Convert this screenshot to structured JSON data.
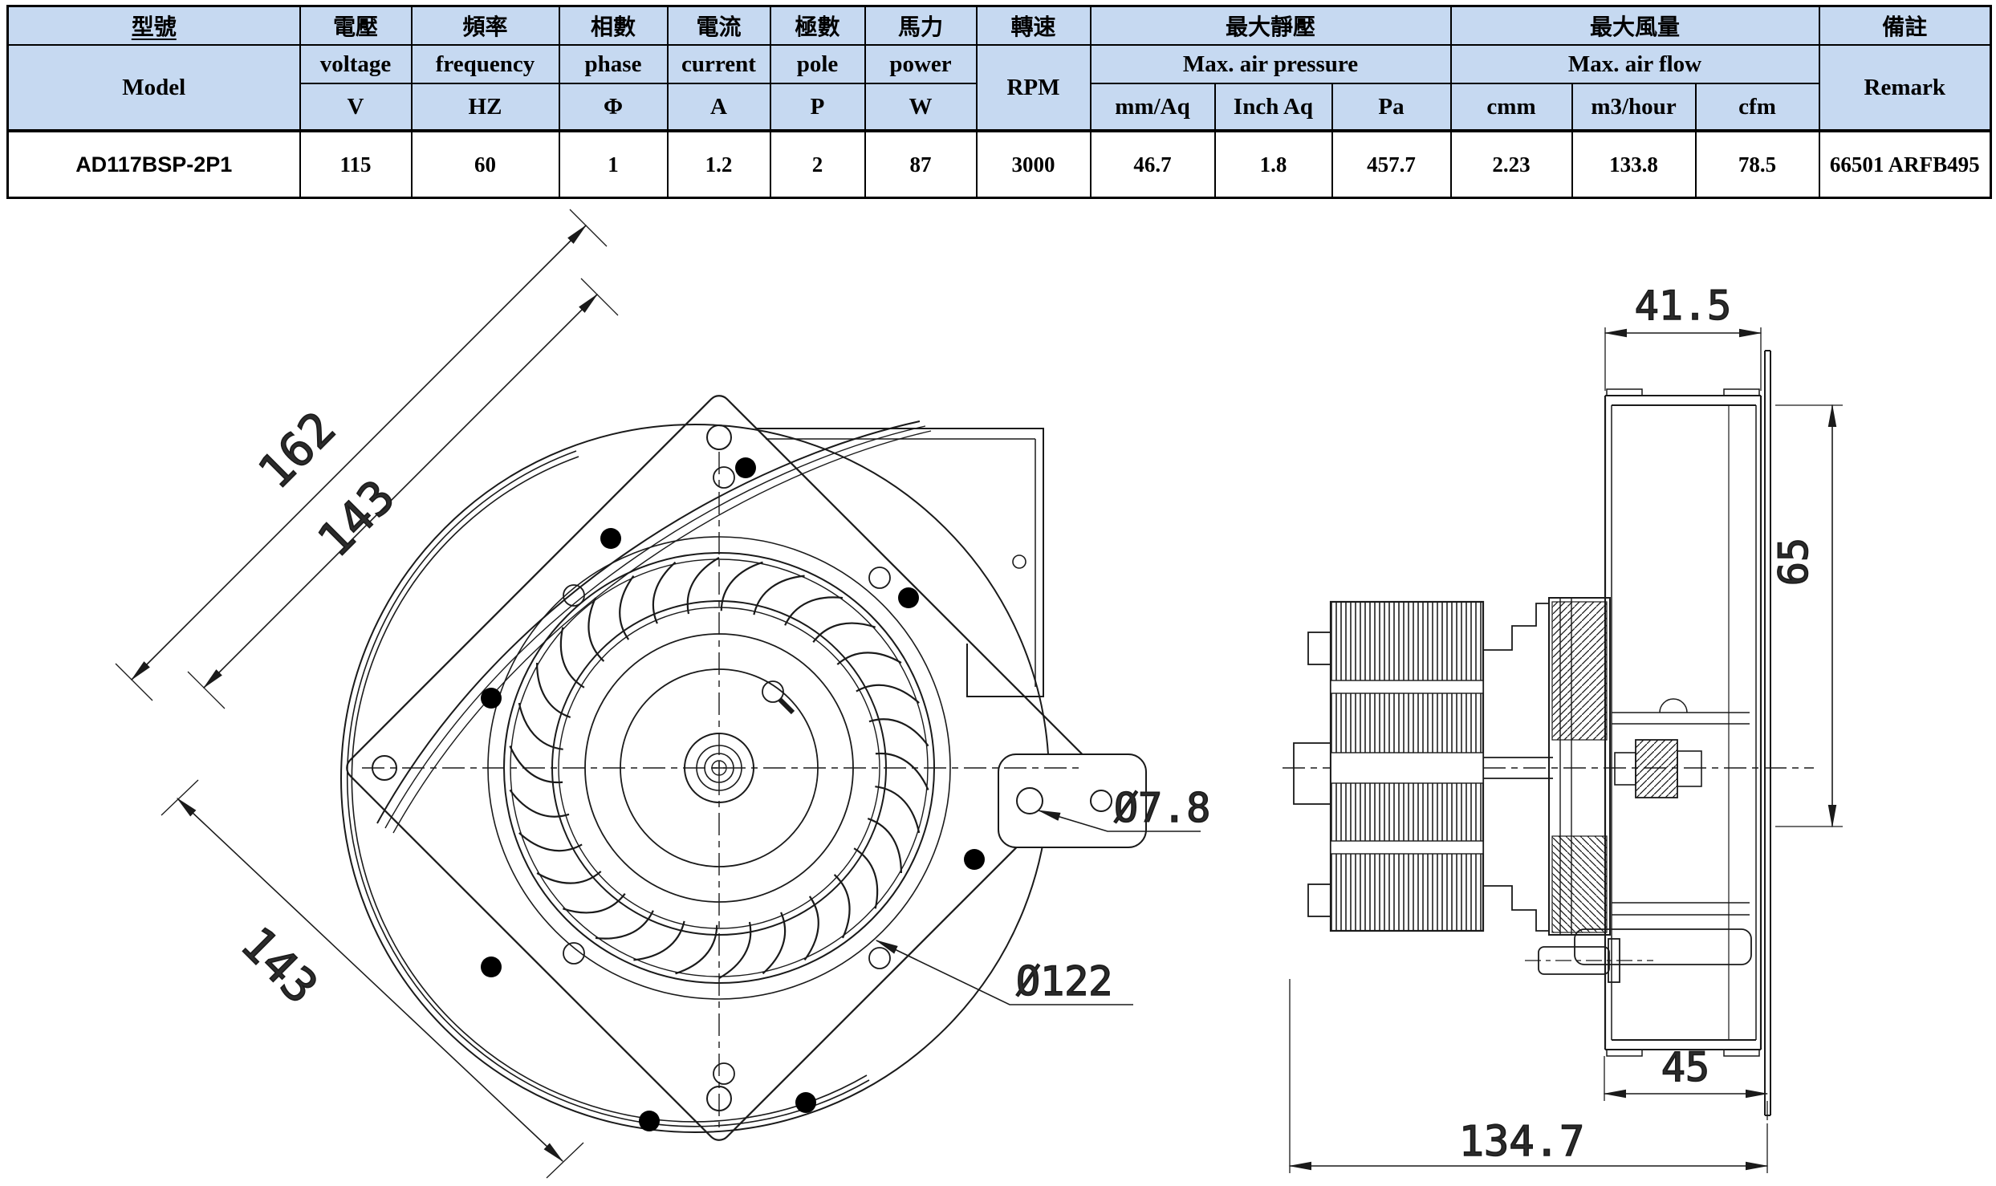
{
  "table": {
    "header": {
      "model_zh": "型號",
      "model_en": "Model",
      "cols": [
        {
          "zh": "電壓",
          "en": "voltage",
          "unit": "V"
        },
        {
          "zh": "頻率",
          "en": "frequency",
          "unit": "HZ"
        },
        {
          "zh": "相數",
          "en": "phase",
          "unit": "Φ"
        },
        {
          "zh": "電流",
          "en": "current",
          "unit": "A"
        },
        {
          "zh": "極數",
          "en": "pole",
          "unit": "P"
        },
        {
          "zh": "馬力",
          "en": "power",
          "unit": "W"
        }
      ],
      "rpm_zh": "轉速",
      "rpm_en": "RPM",
      "pressure_zh": "最大靜壓",
      "pressure_en": "Max. air pressure",
      "pressure_units": [
        "mm/Aq",
        "Inch Aq",
        "Pa"
      ],
      "flow_zh": "最大風量",
      "flow_en": "Max. air flow",
      "flow_units": [
        "cmm",
        "m3/hour",
        "cfm"
      ],
      "remark_zh": "備註",
      "remark_en": "Remark"
    },
    "row": {
      "model": "AD117BSP-2P1",
      "voltage": "115",
      "frequency": "60",
      "phase": "1",
      "current": "1.2",
      "pole": "2",
      "power": "87",
      "rpm": "3000",
      "mm_aq": "46.7",
      "inch_aq": "1.8",
      "pa": "457.7",
      "cmm": "2.23",
      "m3_hour": "133.8",
      "cfm": "78.5",
      "remark": "66501 ARFB495"
    }
  },
  "drawing": {
    "front": {
      "dim_diag_outer": "162",
      "dim_diag_inner": "143",
      "dim_diag_lower": "143",
      "dim_mount_hole": "Ø7.8",
      "dim_impeller": "Ø122"
    },
    "side": {
      "dim_outlet_width": "41.5",
      "dim_outlet_height": "65",
      "dim_housing_depth": "45",
      "dim_total_depth": "134.7"
    }
  },
  "colors": {
    "header_bg": "#c6d9f1",
    "line": "#1a1a1a"
  }
}
